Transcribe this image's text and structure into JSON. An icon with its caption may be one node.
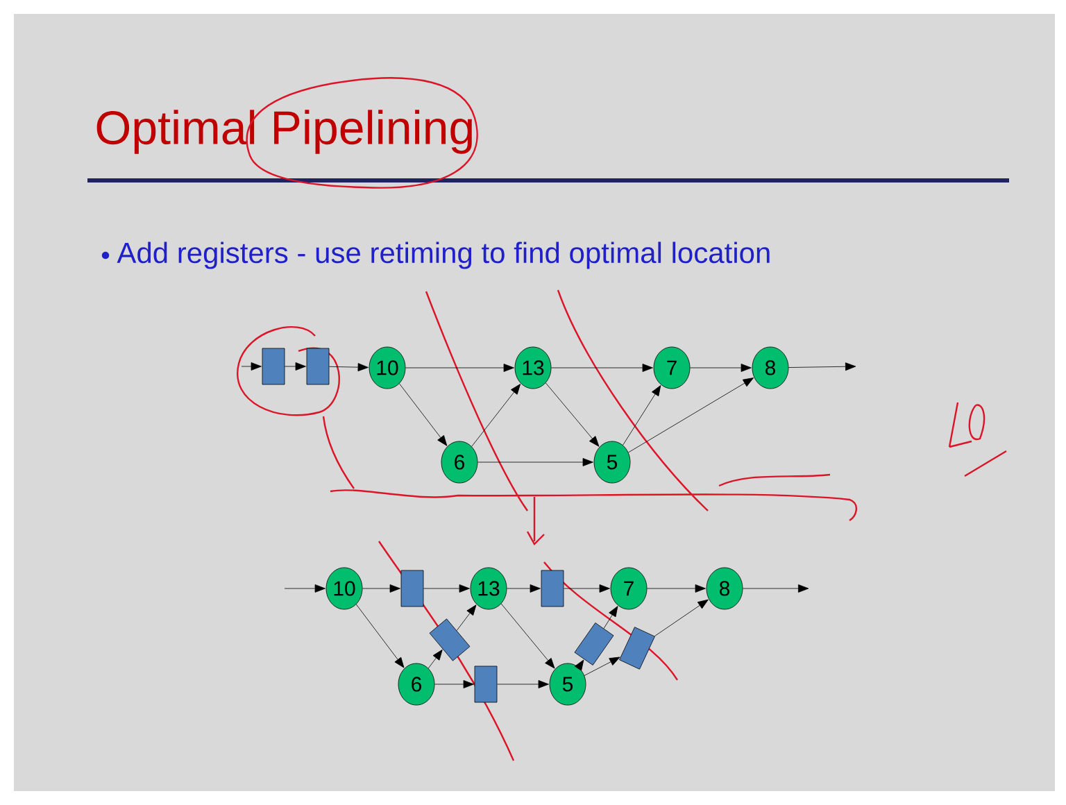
{
  "diagram": {
    "title": "Optimal Pipelining",
    "nodes": [
      {
        "text": [],
        "shape": "box"
      },
      {
        "text": [],
        "shape": "box"
      },
      {
        "text": [
          "10"
        ]
      },
      {
        "text": [
          "13"
        ]
      },
      {
        "text": [
          "7"
        ]
      },
      {
        "text": [
          "8"
        ]
      },
      {
        "text": [
          "6"
        ]
      },
      {
        "text": [
          "5"
        ]
      },
      {
        "text": [
          "10"
        ]
      },
      {
        "text": [],
        "shape": "box"
      },
      {
        "text": [
          "13"
        ]
      },
      {
        "text": [],
        "shape": "box"
      },
      {
        "text": [
          "7"
        ]
      },
      {
        "text": [
          "8"
        ]
      },
      {
        "text": [],
        "shape": "box"
      },
      {
        "text": [
          "6"
        ]
      },
      {
        "text": [],
        "shape": "box"
      },
      {
        "text": [
          "5"
        ]
      },
      {
        "text": [],
        "shape": "box"
      },
      {
        "text": [],
        "shape": "box"
      }
    ],
    "edges": [
      {
        "from": null,
        "to": 0,
        "arrow": "to"
      },
      {
        "from": 0,
        "to": 1,
        "arrow": "to"
      },
      {
        "from": 1,
        "to": 2,
        "arrow": "to"
      },
      {
        "from": 2,
        "to": 3,
        "arrow": "to"
      },
      {
        "from": 2,
        "to": 6,
        "arrow": "to"
      },
      {
        "from": 6,
        "to": 3,
        "arrow": "to"
      },
      {
        "from": 6,
        "to": 7,
        "arrow": "to"
      },
      {
        "from": 3,
        "to": 7,
        "arrow": "to"
      },
      {
        "from": 3,
        "to": 4,
        "arrow": "to"
      },
      {
        "from": 7,
        "to": 4,
        "arrow": "to"
      },
      {
        "from": 7,
        "to": 5,
        "arrow": "to"
      },
      {
        "from": 4,
        "to": 5,
        "arrow": "to"
      },
      {
        "from": 5,
        "to": null,
        "arrow": "to"
      },
      {
        "from": null,
        "to": 8,
        "arrow": "to"
      },
      {
        "from": 8,
        "to": 9,
        "arrow": "to"
      },
      {
        "from": 9,
        "to": 10,
        "arrow": "to"
      },
      {
        "from": 8,
        "to": 15,
        "arrow": "to"
      },
      {
        "from": 15,
        "to": 14,
        "arrow": "to"
      },
      {
        "from": 14,
        "to": 10,
        "arrow": "to"
      },
      {
        "from": 15,
        "to": 16,
        "arrow": "to"
      },
      {
        "from": 16,
        "to": 17,
        "arrow": "to"
      },
      {
        "from": 10,
        "to": 17,
        "arrow": "to"
      },
      {
        "from": 10,
        "to": 11,
        "arrow": "to"
      },
      {
        "from": 11,
        "to": 12,
        "arrow": "to"
      },
      {
        "from": 17,
        "to": 18,
        "arrow": "to"
      },
      {
        "from": 18,
        "to": 12,
        "arrow": "to"
      },
      {
        "from": 17,
        "to": 19,
        "arrow": "to"
      },
      {
        "from": 19,
        "to": 13,
        "arrow": "to"
      },
      {
        "from": 12,
        "to": 13,
        "arrow": "to"
      },
      {
        "from": 13,
        "to": null,
        "arrow": "to"
      }
    ],
    "labels": [
      "Add registers - use retiming to find optimal location"
    ]
  }
}
